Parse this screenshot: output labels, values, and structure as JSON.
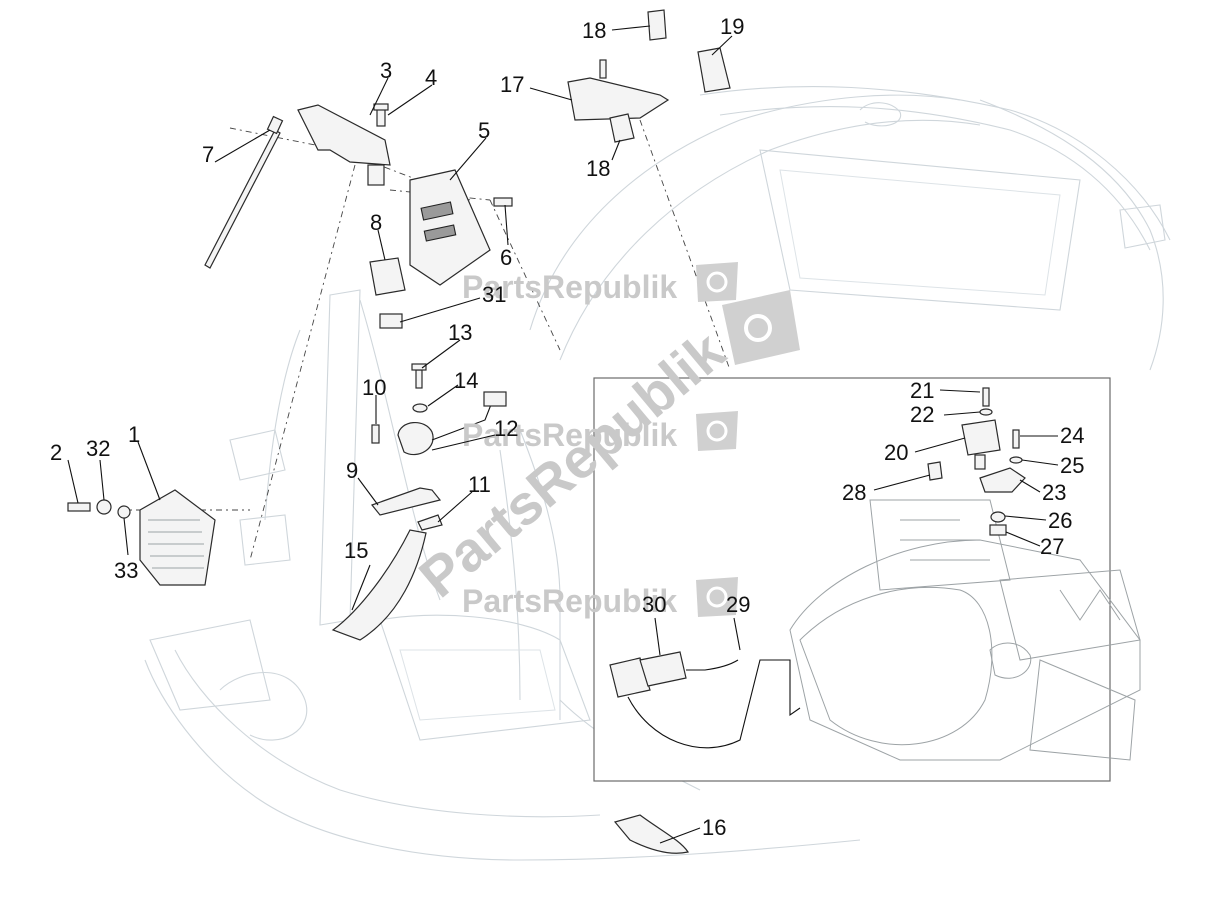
{
  "watermark": {
    "brand_text": "PartsRepublik",
    "diagonal_text": "PartsRepublik"
  },
  "callouts": [
    {
      "id": "callout-1",
      "text": "1"
    },
    {
      "id": "callout-2",
      "text": "2"
    },
    {
      "id": "callout-3",
      "text": "3"
    },
    {
      "id": "callout-4",
      "text": "4"
    },
    {
      "id": "callout-5",
      "text": "5"
    },
    {
      "id": "callout-6",
      "text": "6"
    },
    {
      "id": "callout-7",
      "text": "7"
    },
    {
      "id": "callout-8",
      "text": "8"
    },
    {
      "id": "callout-9",
      "text": "9"
    },
    {
      "id": "callout-10",
      "text": "10"
    },
    {
      "id": "callout-11",
      "text": "11"
    },
    {
      "id": "callout-12",
      "text": "12"
    },
    {
      "id": "callout-13",
      "text": "13"
    },
    {
      "id": "callout-14",
      "text": "14"
    },
    {
      "id": "callout-15",
      "text": "15"
    },
    {
      "id": "callout-16",
      "text": "16"
    },
    {
      "id": "callout-17",
      "text": "17"
    },
    {
      "id": "callout-18a",
      "text": "18"
    },
    {
      "id": "callout-18b",
      "text": "18"
    },
    {
      "id": "callout-19",
      "text": "19"
    },
    {
      "id": "callout-20",
      "text": "20"
    },
    {
      "id": "callout-21",
      "text": "21"
    },
    {
      "id": "callout-22",
      "text": "22"
    },
    {
      "id": "callout-23",
      "text": "23"
    },
    {
      "id": "callout-24",
      "text": "24"
    },
    {
      "id": "callout-25",
      "text": "25"
    },
    {
      "id": "callout-26",
      "text": "26"
    },
    {
      "id": "callout-27",
      "text": "27"
    },
    {
      "id": "callout-28",
      "text": "28"
    },
    {
      "id": "callout-29",
      "text": "29"
    },
    {
      "id": "callout-30",
      "text": "30"
    },
    {
      "id": "callout-31",
      "text": "31"
    },
    {
      "id": "callout-32",
      "text": "32"
    },
    {
      "id": "callout-33",
      "text": "33"
    }
  ]
}
